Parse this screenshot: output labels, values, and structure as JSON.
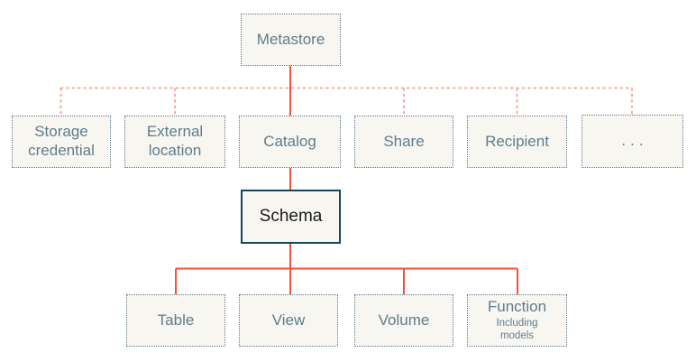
{
  "diagram": {
    "colors": {
      "page_background": "#ffffff",
      "node_fill": "#f8f6f1",
      "dashed_node_border": "#5b7b8c",
      "dashed_node_text": "#5e7d8c",
      "solid_node_border": "#15465a",
      "solid_node_text": "#1b1b1b",
      "solid_line": "#f4503a",
      "dotted_line": "#f9a093"
    },
    "root": {
      "label": "Metastore"
    },
    "level2": [
      {
        "label": "Storage credential"
      },
      {
        "label": "External location"
      },
      {
        "label": "Catalog"
      },
      {
        "label": "Share"
      },
      {
        "label": "Recipient"
      },
      {
        "label": "..."
      }
    ],
    "level3": {
      "label": "Schema"
    },
    "level4": [
      {
        "label": "Table"
      },
      {
        "label": "View"
      },
      {
        "label": "Volume"
      },
      {
        "label": "Function",
        "sublabel": "Including models"
      }
    ]
  }
}
